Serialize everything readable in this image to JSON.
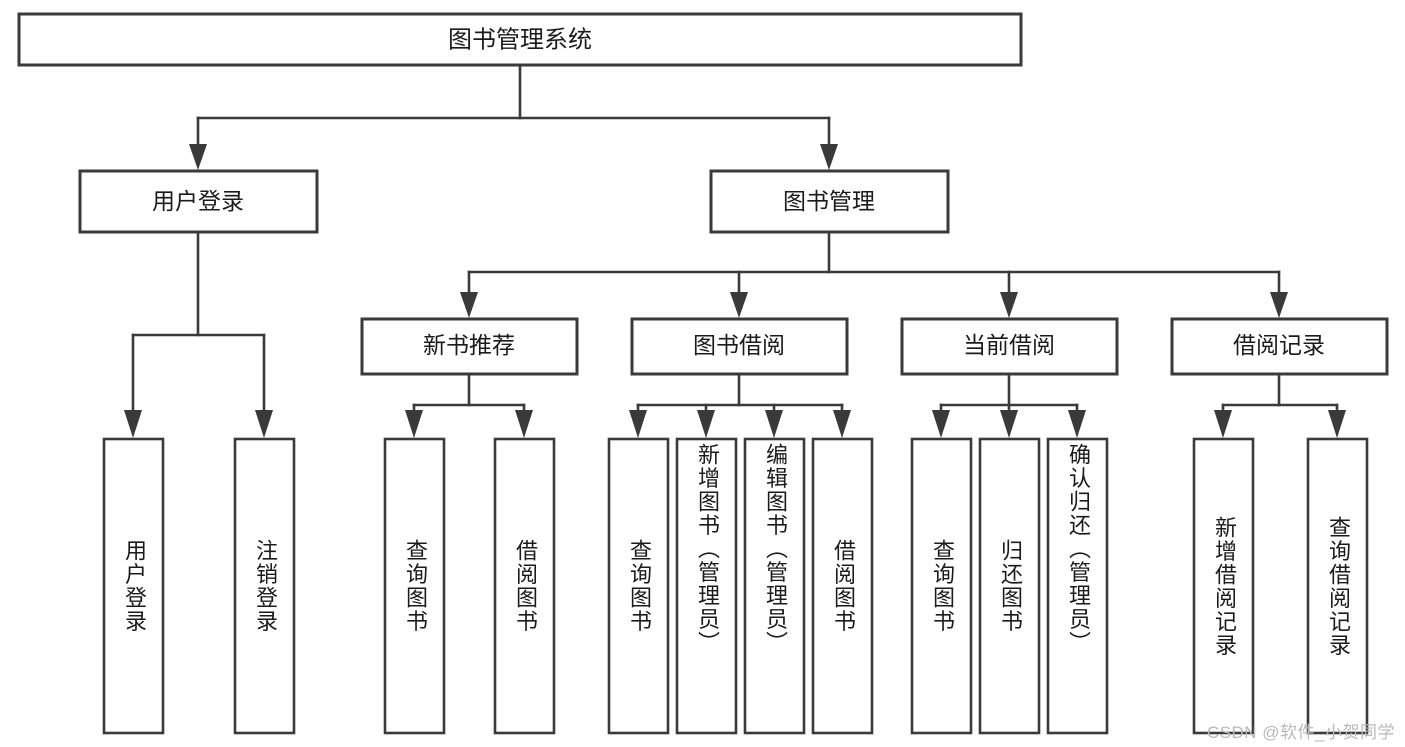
{
  "diagram": {
    "type": "hierarchy-tree",
    "title": "图书管理系统",
    "watermark": "CSDN @软件_小贺同学",
    "colors": {
      "background": "#ffffff",
      "stroke": "#3a3a3a",
      "text": "#1b1b1b",
      "watermark": "#b9b9b9"
    },
    "levels": {
      "level1": [
        "图书管理系统"
      ],
      "level2": [
        "用户登录",
        "图书管理"
      ],
      "level3": [
        "新书推荐",
        "图书借阅",
        "当前借阅",
        "借阅记录"
      ],
      "level4": [
        "用户登录",
        "注销登录",
        "查询图书",
        "借阅图书",
        "查询图书",
        "新增图书（管理员）",
        "编辑图书（管理员）",
        "借阅图书",
        "查询图书",
        "归还图书",
        "确认归还（管理员）",
        "新增借阅记录",
        "查询借阅记录"
      ]
    },
    "nodes": {
      "root": {
        "label": "图书管理系统"
      },
      "user_login": {
        "label": "用户登录"
      },
      "book_manage": {
        "label": "图书管理"
      },
      "new_book_rec": {
        "label": "新书推荐"
      },
      "book_borrow": {
        "label": "图书借阅"
      },
      "current_borrow": {
        "label": "当前借阅"
      },
      "borrow_record": {
        "label": "借阅记录"
      },
      "leaf_user_login": {
        "label": "用户登录"
      },
      "leaf_user_logout": {
        "label": "注销登录"
      },
      "leaf_query_book_1": {
        "label": "查询图书"
      },
      "leaf_borrow_book_1": {
        "label": "借阅图书"
      },
      "leaf_query_book_2": {
        "label": "查询图书"
      },
      "leaf_add_book": {
        "label": "新增图书（管理员）"
      },
      "leaf_edit_book": {
        "label": "编辑图书（管理员）"
      },
      "leaf_borrow_book_2": {
        "label": "借阅图书"
      },
      "leaf_query_book_3": {
        "label": "查询图书"
      },
      "leaf_return_book": {
        "label": "归还图书"
      },
      "leaf_confirm_return": {
        "label": "确认归还（管理员）"
      },
      "leaf_add_record": {
        "label": "新增借阅记录"
      },
      "leaf_query_record": {
        "label": "查询借阅记录"
      }
    }
  }
}
